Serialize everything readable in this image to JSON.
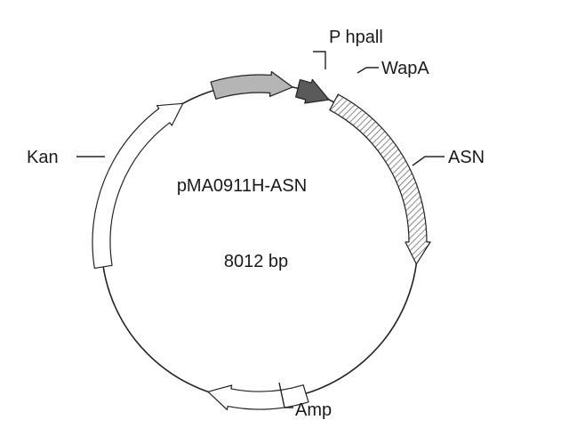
{
  "plasmid": {
    "name": "pMA0911H-ASN",
    "size": "8012 bp"
  },
  "features": [
    {
      "id": "phpall",
      "label": "P hpall",
      "fill": "#b5b5b5",
      "pattern": "solid"
    },
    {
      "id": "wapa",
      "label": "WapA",
      "fill": "#5a5a5a",
      "pattern": "solid"
    },
    {
      "id": "asn",
      "label": "ASN",
      "fill": "#ffffff",
      "pattern": "hatched"
    },
    {
      "id": "amp",
      "label": "Amp",
      "fill": "#ffffff",
      "pattern": "solid"
    },
    {
      "id": "kan",
      "label": "Kan",
      "fill": "#ffffff",
      "pattern": "solid"
    }
  ],
  "colors": {
    "stroke": "#222222",
    "hatch": "#555555"
  }
}
